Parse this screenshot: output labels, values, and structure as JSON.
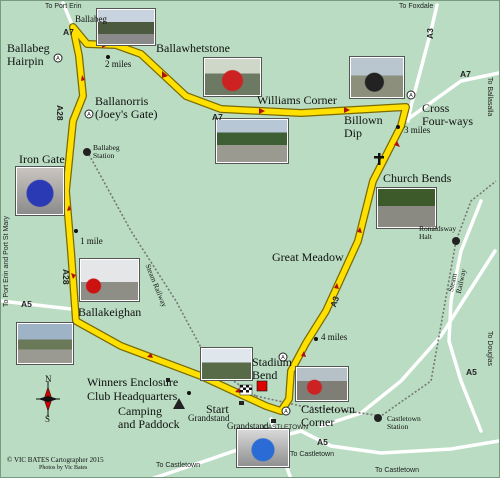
{
  "map_title": "",
  "places": {
    "ballabeg_top": "Ballabeg",
    "ballabeg_hairpin": "Ballabeg\nHairpin",
    "two_miles": "2 miles",
    "ballawhetstone": "Ballawhetstone",
    "williams_corner": "Williams Corner",
    "billown_dip": "Billown\nDip",
    "cross_four_ways": "Cross\nFour-ways",
    "three_miles": "3 miles",
    "ballanorris": "Ballanorris\n(Joey's Gate)",
    "ballabeg_station": "Ballabeg\nStation",
    "iron_gate": "Iron Gate",
    "church_bends": "Church Bends",
    "one_mile": "1 mile",
    "ronaldsway_halt": "Ronaldsway\nHalt",
    "great_meadow": "Great Meadow",
    "ballakeighan": "Ballakeighan",
    "four_miles": "4 miles",
    "stadium_bend": "Stadium\nBend",
    "winners_enclosure": "Winners Enclosure",
    "club_hq": "Club Headquarters",
    "camping": "Camping\nand Paddock",
    "start": "Start",
    "grandstand1": "Grandstand",
    "grandstand2": "Grandstand",
    "castletown_corner": "Castletown\nCorner",
    "castletown_station": "Castletown\nStation",
    "steam_railway1": "Steam Railway",
    "steam_railway2": "Steam\nRailway"
  },
  "roads": {
    "a7_left": "A7",
    "a7_mid": "A7",
    "a7_right": "A7",
    "a3_top": "A3",
    "a3_mid": "A3",
    "a28_top": "A28",
    "a28_bot": "A28",
    "a5_left": "A5",
    "a5_right": "A5",
    "a5_bottom": "A5"
  },
  "directions": {
    "to_port_erin_top": "To Port Erin",
    "to_foxdale": "To Foxdale",
    "to_ballasalla": "To Ballasalla",
    "to_port_erin_left": "To Port Erin and Port St Mary",
    "to_douglas": "To Douglas",
    "to_castletown_1": "To Castletown",
    "to_castletown_2": "To Castletown",
    "castletown": "CASTLETOWN"
  },
  "compass": {
    "n": "N",
    "s": "S"
  },
  "credits": {
    "cartographer": "© VIC BATES Cartographer 2015",
    "photos": "Photos by Vic Bates"
  },
  "colors": {
    "background": "#b9dcc2",
    "circuit": "#ffe000",
    "road": "#ffffff",
    "railway": "#777777"
  }
}
